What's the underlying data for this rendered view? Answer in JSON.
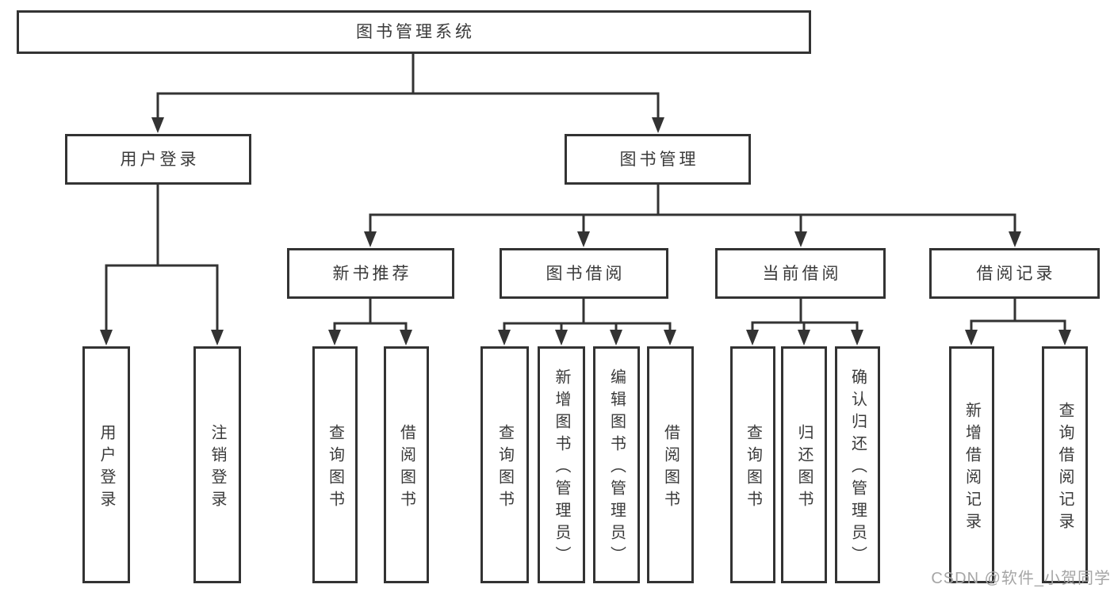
{
  "diagram": {
    "root": {
      "label": "图书管理系统"
    },
    "level1": [
      {
        "label": "用户登录"
      },
      {
        "label": "图书管理"
      }
    ],
    "level2": [
      {
        "label": "新书推荐"
      },
      {
        "label": "图书借阅"
      },
      {
        "label": "当前借阅"
      },
      {
        "label": "借阅记录"
      }
    ],
    "level3": {
      "user_login": [
        {
          "label": "用户登录"
        },
        {
          "label": "注销登录"
        }
      ],
      "new_books": [
        {
          "label": "查询图书"
        },
        {
          "label": "借阅图书"
        }
      ],
      "book_borrowing": [
        {
          "label": "查询图书"
        },
        {
          "label": "新增图书（管理员）"
        },
        {
          "label": "编辑图书（管理员）"
        },
        {
          "label": "借阅图书"
        }
      ],
      "current_borrowing": [
        {
          "label": "查询图书"
        },
        {
          "label": "归还图书"
        },
        {
          "label": "确认归还（管理员）"
        }
      ],
      "borrow_records": [
        {
          "label": "新增借阅记录"
        },
        {
          "label": "查询借阅记录"
        }
      ]
    },
    "watermark": "CSDN @软件_小贺同学",
    "colors": {
      "line": "#333333",
      "text": "#3a3a3a",
      "watermark": "#a6a6a6",
      "background": "#ffffff"
    }
  }
}
